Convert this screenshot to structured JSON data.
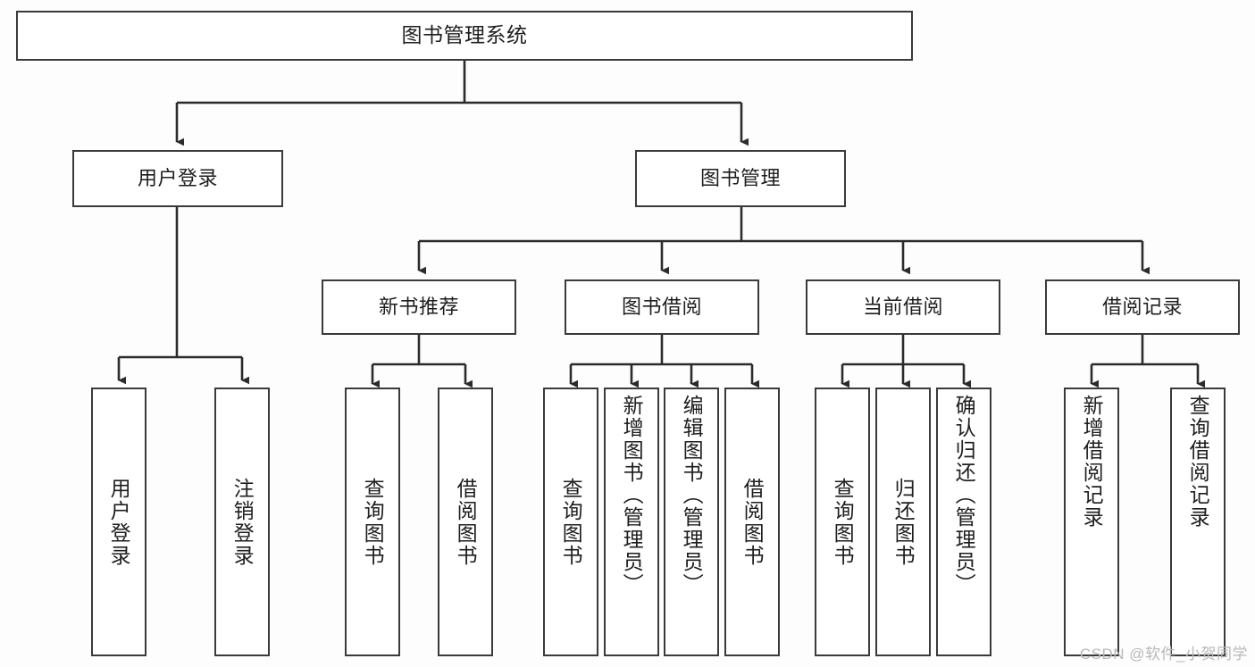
{
  "diagram": {
    "title": "图书管理系统",
    "type": "tree-hierarchy",
    "colors": {
      "box_border": "#3a3a3a",
      "box_fill": "#ffffff",
      "edge": "#2b2b2b",
      "text": "#1e1e1e",
      "background": "#fdfdfd",
      "watermark": "#b9b9b9"
    },
    "root": {
      "label": "图书管理系统"
    },
    "level1": [
      {
        "label": "用户登录"
      },
      {
        "label": "图书管理"
      }
    ],
    "level2": [
      {
        "label": "新书推荐"
      },
      {
        "label": "图书借阅"
      },
      {
        "label": "当前借阅"
      },
      {
        "label": "借阅记录"
      }
    ],
    "leaves": {
      "user_login": [
        {
          "label": "用户登录"
        },
        {
          "label": "注销登录"
        }
      ],
      "new_book_recommend": [
        {
          "label": "查询图书"
        },
        {
          "label": "借阅图书"
        }
      ],
      "book_borrow": [
        {
          "label": "查询图书"
        },
        {
          "label": "新增图书（管理员）"
        },
        {
          "label": "编辑图书（管理员）"
        },
        {
          "label": "借阅图书"
        }
      ],
      "current_borrow": [
        {
          "label": "查询图书"
        },
        {
          "label": "归还图书"
        },
        {
          "label": "确认归还（管理员）"
        }
      ],
      "borrow_record": [
        {
          "label": "新增借阅记录"
        },
        {
          "label": "查询借阅记录"
        }
      ]
    }
  },
  "watermark": {
    "text": "CSDN @软件_小贺同学"
  }
}
